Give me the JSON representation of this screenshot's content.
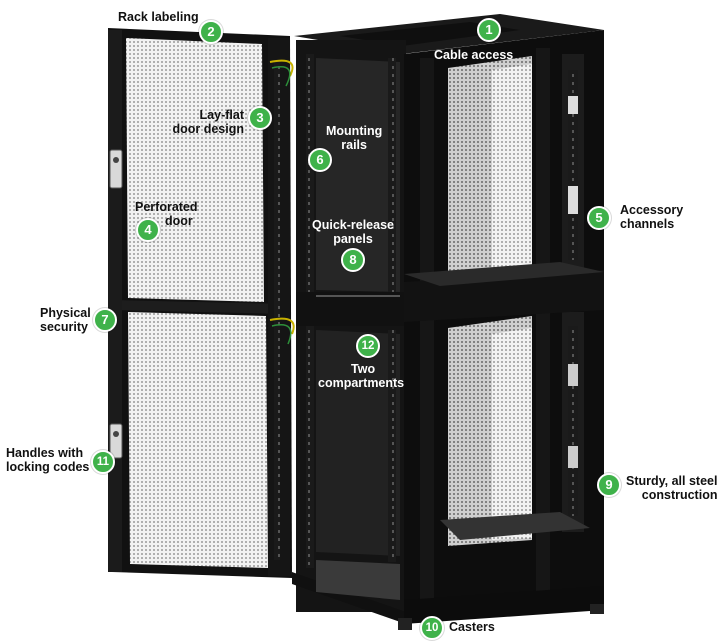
{
  "colors": {
    "badge": "#3fb24a",
    "rack": "#141414",
    "mesh": "#e6e6e6"
  },
  "callouts": [
    {
      "num": "1",
      "label": "Cable access"
    },
    {
      "num": "2",
      "label": "Rack labeling"
    },
    {
      "num": "3",
      "label_lines": [
        "Lay-flat",
        "door design"
      ]
    },
    {
      "num": "4",
      "label_lines": [
        "Perforated",
        "door"
      ]
    },
    {
      "num": "5",
      "label_lines": [
        "Accessory",
        "channels"
      ]
    },
    {
      "num": "6",
      "label_lines": [
        "Mounting",
        "rails"
      ]
    },
    {
      "num": "7",
      "label_lines": [
        "Physical",
        "security"
      ]
    },
    {
      "num": "8",
      "label_lines": [
        "Quick-release",
        "panels"
      ]
    },
    {
      "num": "9",
      "label_lines": [
        "Sturdy, all steel",
        "construction"
      ]
    },
    {
      "num": "10",
      "label": "Casters"
    },
    {
      "num": "11",
      "label_lines": [
        "Handles with",
        "locking codes"
      ]
    },
    {
      "num": "12",
      "label_lines": [
        "Two",
        "compartments"
      ]
    }
  ]
}
